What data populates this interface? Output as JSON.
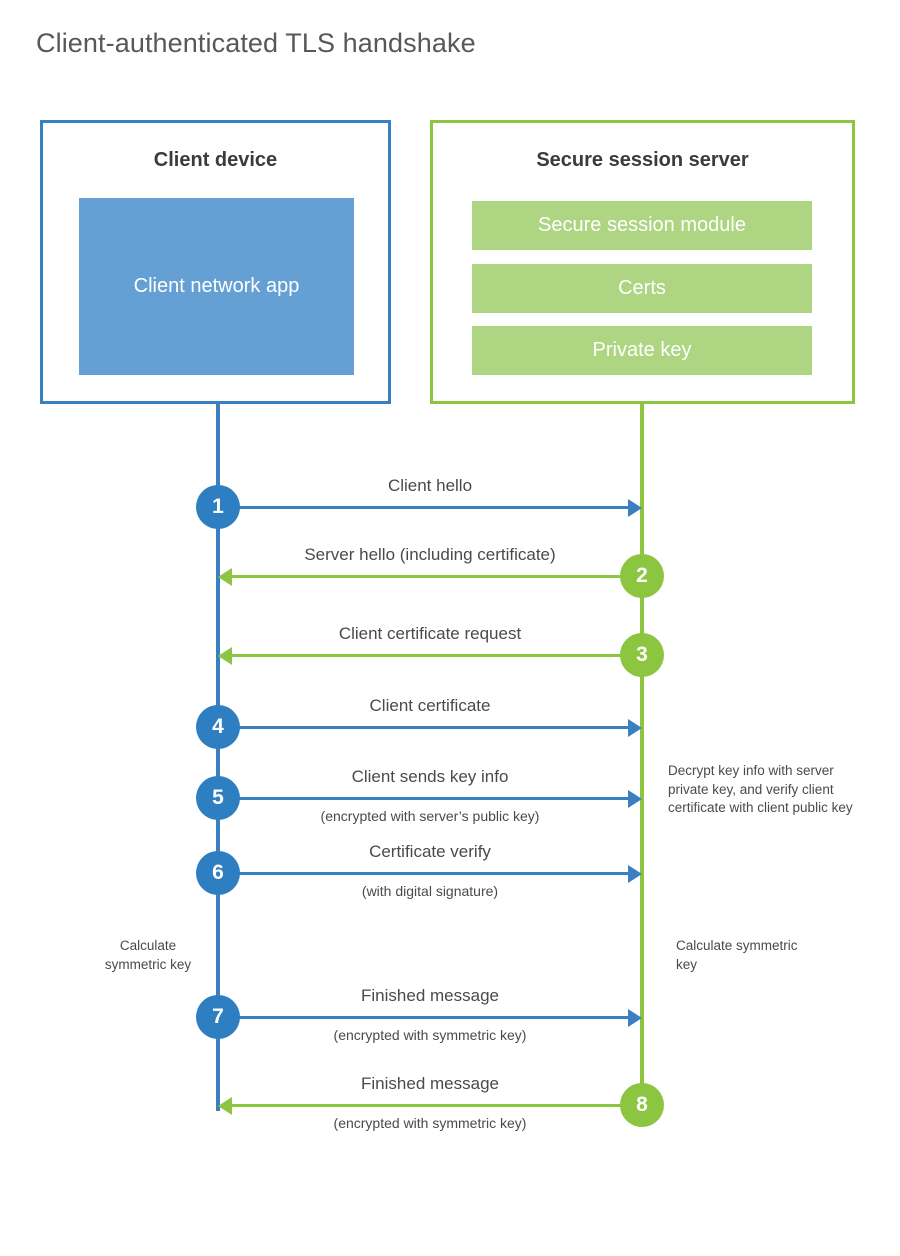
{
  "title": "Client-authenticated TLS handshake",
  "colors": {
    "client_accent": "#3a7fbf",
    "client_badge": "#2e7fc1",
    "client_app_fill": "#64a0d4",
    "server_accent": "#8cc540",
    "server_bar_fill": "#aed581",
    "text": "#4a4a4c",
    "title_text": "#58585a"
  },
  "client_box": {
    "title": "Client device",
    "app_label": "Client network app"
  },
  "server_box": {
    "title": "Secure session server",
    "components": [
      {
        "label": "Secure session module"
      },
      {
        "label": "Certs"
      },
      {
        "label": "Private key"
      }
    ]
  },
  "steps": [
    {
      "number": "1",
      "label": "Client hello",
      "sublabel": "",
      "direction": "client-to-server",
      "origin": "client"
    },
    {
      "number": "2",
      "label": "Server hello (including certificate)",
      "sublabel": "",
      "direction": "server-to-client",
      "origin": "server"
    },
    {
      "number": "3",
      "label": "Client certificate request",
      "sublabel": "",
      "direction": "server-to-client",
      "origin": "server"
    },
    {
      "number": "4",
      "label": "Client certificate",
      "sublabel": "",
      "direction": "client-to-server",
      "origin": "client"
    },
    {
      "number": "5",
      "label": "Client sends key info",
      "sublabel": "(encrypted with server’s public key)",
      "direction": "client-to-server",
      "origin": "client"
    },
    {
      "number": "6",
      "label": "Certificate verify",
      "sublabel": "(with digital signature)",
      "direction": "client-to-server",
      "origin": "client"
    },
    {
      "number": "7",
      "label": "Finished message",
      "sublabel": "(encrypted with symmetric key)",
      "direction": "client-to-server",
      "origin": "client"
    },
    {
      "number": "8",
      "label": "Finished message",
      "sublabel": "(encrypted with symmetric key)",
      "direction": "server-to-client",
      "origin": "server"
    }
  ],
  "annotations": {
    "server_decrypt": "Decrypt key info with server private key, and verify client certificate with client public key",
    "client_calculate": "Calculate symmetric key",
    "server_calculate": "Calculate symmetric key"
  }
}
